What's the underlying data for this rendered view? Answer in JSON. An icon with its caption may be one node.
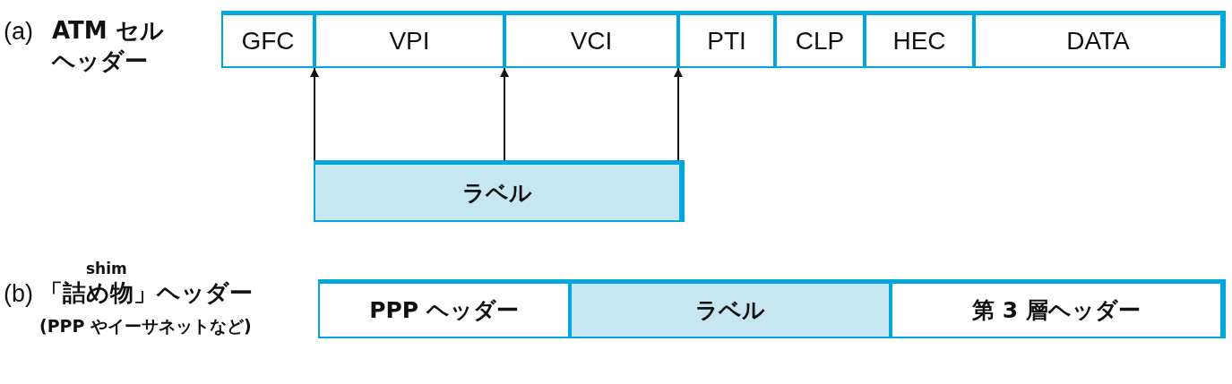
{
  "diagram": {
    "nodes": [
      {
        "text": [
          "GFC"
        ]
      },
      {
        "text": [
          "VPI"
        ]
      },
      {
        "text": [
          "VCI"
        ]
      },
      {
        "text": [
          "PTI"
        ]
      },
      {
        "text": [
          "CLP"
        ]
      },
      {
        "text": [
          "HEC"
        ]
      },
      {
        "text": [
          "DATA"
        ]
      },
      {
        "text": [
          "ラベル"
        ]
      },
      {
        "text": [
          "PPP ヘッダー"
        ]
      },
      {
        "text": [
          "ラベル"
        ]
      },
      {
        "text": [
          "第 3 層ヘッダー"
        ]
      }
    ],
    "edges": [
      {
        "from": 7,
        "to": 1,
        "arrow": "to"
      },
      {
        "from": 7,
        "to": 1,
        "arrow": "to"
      },
      {
        "from": 7,
        "to": 2,
        "arrow": "to"
      }
    ],
    "labels": [
      "(a)",
      "ATM セルヘッダー",
      "shim",
      "(b)",
      "「詰め物」ヘッダー",
      "(PPP やイーサネットなど)"
    ]
  }
}
